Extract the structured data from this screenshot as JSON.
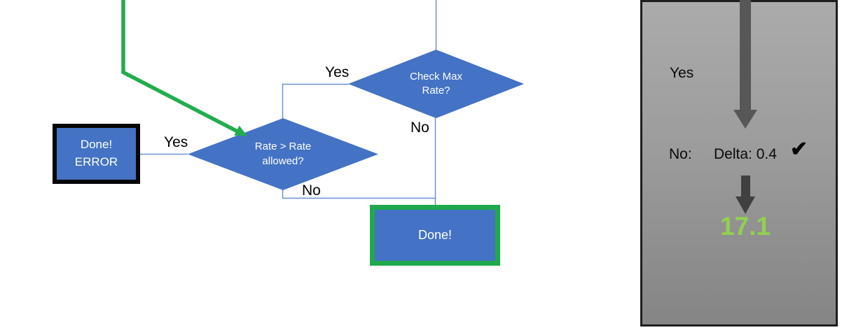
{
  "flowchart": {
    "check_max_rate": {
      "label": "Check Max Rate?",
      "yes_label": "Yes",
      "no_label": "No"
    },
    "rate_allowed": {
      "label": "Rate > Rate allowed?",
      "yes_label": "Yes",
      "no_label": "No"
    },
    "done_error_box": {
      "line1": "Done!",
      "line2": "ERROR"
    },
    "done_box": {
      "label": "Done!"
    }
  },
  "side_panel": {
    "yes_label": "Yes",
    "no_prefix": "No:",
    "delta_text": "Delta: 0.4",
    "checkmark_icon": "✔",
    "result_value": "17.1"
  },
  "colors": {
    "shape_blue": "#4472C4",
    "connector_blue": "#6D8FD0",
    "flow_green": "#22AD4E",
    "done_border_green": "#1FA94C",
    "result_green": "#92D050",
    "arrow_gray_top": "#575757",
    "arrow_gray_bottom": "#404040",
    "panel_gray": "#9C9C9C",
    "panel_border": "#1E1E1E",
    "error_border_black": "#050505"
  }
}
